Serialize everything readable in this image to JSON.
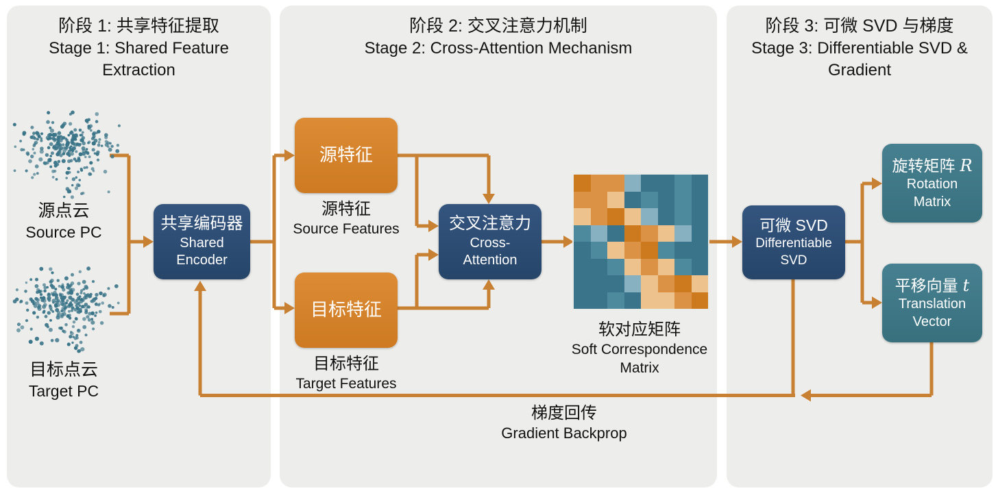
{
  "colors": {
    "panel_bg": "#ededeb",
    "arrow": "#c88032",
    "blue_box": "#2b4d78",
    "orange_box": "#d4822b",
    "teal_box": "#3f7d8c",
    "point_cloud": "#3a7488",
    "text": "#141414"
  },
  "panels": [
    {
      "title_cn": "阶段 1: 共享特征提取",
      "title_en": "Stage 1: Shared Feature Extraction"
    },
    {
      "title_cn": "阶段 2: 交叉注意力机制",
      "title_en": "Stage 2: Cross-Attention Mechanism"
    },
    {
      "title_cn": "阶段 3: 可微 SVD 与梯度",
      "title_en": "Stage 3: Differentiable SVD & Gradient"
    }
  ],
  "stage1": {
    "source_pc": {
      "label_cn": "源点云",
      "label_en": "Source PC"
    },
    "target_pc": {
      "label_cn": "目标点云",
      "label_en": "Target PC"
    },
    "encoder": {
      "line1": "共享编码器",
      "line2": "Shared",
      "line3": "Encoder"
    }
  },
  "stage2": {
    "source_features": {
      "box": "源特征",
      "caption_cn": "源特征",
      "caption_en": "Source Features"
    },
    "target_features": {
      "box": "目标特征",
      "caption_cn": "目标特征",
      "caption_en": "Target Features"
    },
    "cross_attention": {
      "line1": "交叉注意力",
      "line2": "Cross-",
      "line3": "Attention"
    },
    "matrix_caption": {
      "cn": "软对应矩阵",
      "en1": "Soft Correspondence",
      "en2": "Matrix"
    }
  },
  "stage3": {
    "svd": {
      "line1": "可微 SVD",
      "line2": "Differentiable",
      "line3": "SVD"
    },
    "rotation": {
      "cn": "旋转矩阵",
      "symbol": "R",
      "en1": "Rotation",
      "en2": "Matrix"
    },
    "translation": {
      "cn": "平移向量",
      "symbol": "t",
      "en1": "Translation",
      "en2": "Vector"
    }
  },
  "backprop": {
    "cn": "梯度回传",
    "en": "Gradient Backprop"
  },
  "heatmap": {
    "rows": 8,
    "cols": 8,
    "values": [
      [
        0.95,
        0.7,
        0.68,
        0.35,
        0.08,
        0.08,
        0.15,
        0.08
      ],
      [
        0.75,
        0.8,
        0.6,
        0.12,
        0.2,
        0.08,
        0.15,
        0.08
      ],
      [
        0.55,
        0.72,
        0.95,
        0.55,
        0.35,
        0.08,
        0.2,
        0.08
      ],
      [
        0.2,
        0.35,
        0.1,
        0.95,
        0.7,
        0.55,
        0.35,
        0.08
      ],
      [
        0.08,
        0.2,
        0.55,
        0.75,
        0.95,
        0.25,
        0.12,
        0.08
      ],
      [
        0.08,
        0.08,
        0.2,
        0.55,
        0.75,
        0.6,
        0.15,
        0.12
      ],
      [
        0.08,
        0.12,
        0.08,
        0.35,
        0.5,
        0.75,
        0.95,
        0.6
      ],
      [
        0.08,
        0.08,
        0.15,
        0.08,
        0.45,
        0.55,
        0.75,
        0.95
      ]
    ],
    "palette": {
      "strong_orange": "#cd7a1f",
      "orange": "#dc9245",
      "pale_orange": "#eec28d",
      "light_blue": "#87b1c0",
      "light_teal": "#4e8a9e",
      "teal": "#3a748b"
    }
  }
}
